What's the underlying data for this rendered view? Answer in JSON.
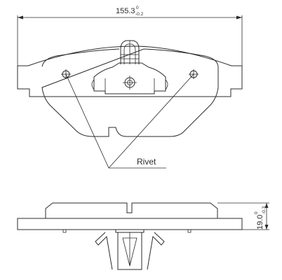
{
  "dimensions": {
    "width": {
      "value": "155.3",
      "tolerance_upper": "0",
      "tolerance_lower": "-0.2"
    },
    "thickness": {
      "value": "19.0",
      "tolerance_upper": "0",
      "tolerance_lower": "-0.3"
    }
  },
  "callout": {
    "label": "Rivet"
  }
}
